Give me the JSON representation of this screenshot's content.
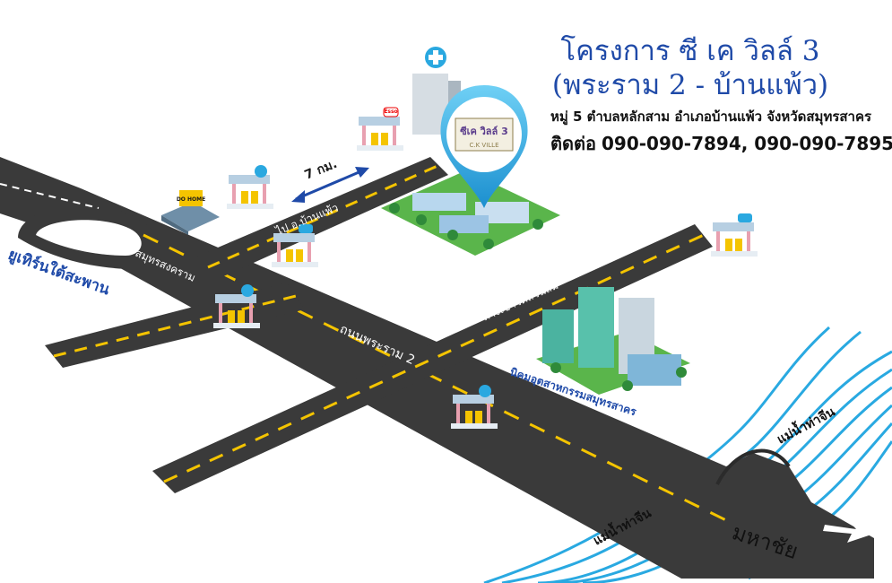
{
  "project": {
    "title_line1": "โครงการ ซี เค วิลล์ 3",
    "title_line2": "(พระราม 2 - บ้านแพ้ว)",
    "address": "หมู่ 5 ตำบลหลักสาม อำเภอบ้านแพ้ว จังหวัดสมุทรสาคร",
    "contact_label": "ติดต่อ",
    "phones": "090-090-7894, 090-090-7895"
  },
  "logo": {
    "text_th": "ซีเค วิลล์ 3",
    "text_en": "C.K VILLE"
  },
  "map_labels": {
    "u_turn": "ยูเทิร์นใต้สะพาน",
    "samut_songkhram": "สมุทรสงคราม",
    "to_ban_phaeo": "ไป อ.บ้านแพ้ว",
    "distance": "7 กม.",
    "rama2_road": "ถนนพระราม 2",
    "wat_suan_som": "ทางเข้าวัดสวนส้ม",
    "industrial_estate": "นิคมอุตสาหกรรมสมุทรสาคร",
    "river_upper": "แม่น้ำท่าจีน",
    "river_lower": "แม่น้ำท่าจีน",
    "mahachai": "มหาชัย",
    "shop_sign": "DO HOME",
    "station_brand": "Esso"
  },
  "colors": {
    "road": "#3a3a3a",
    "road_line": "#f4c400",
    "title_blue": "#1f4aa8",
    "pin_blue": "#2aa8e0",
    "grass": "#5ab54b",
    "river": "#29a9e1"
  }
}
